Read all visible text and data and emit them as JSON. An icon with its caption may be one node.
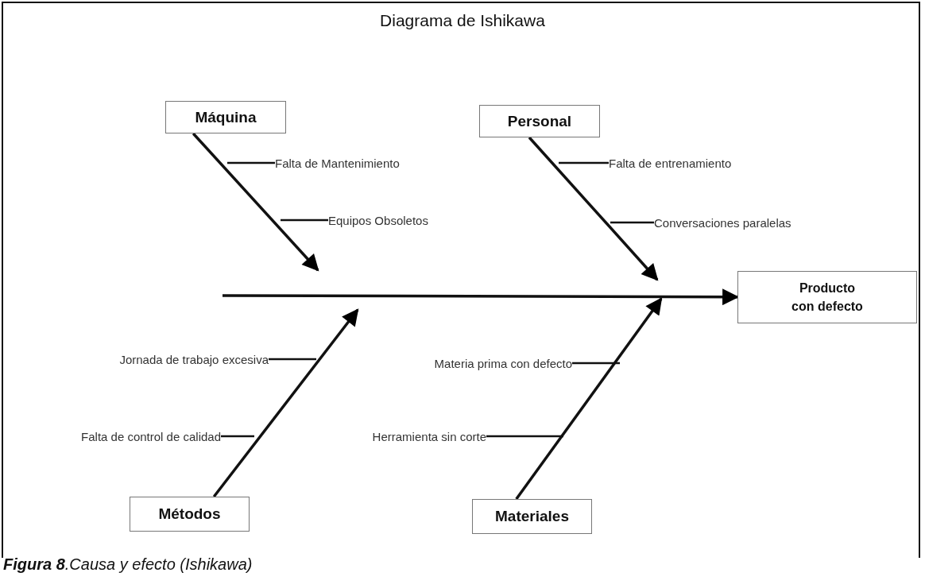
{
  "diagram": {
    "title": "Diagrama de Ishikawa",
    "caption": "**Figura 8**.Causa y efecto (Ishikawa)",
    "nodes": [
      {
        "text": [
          "Máquina"
        ]
      },
      {
        "text": [
          "Personal"
        ]
      },
      {
        "text": [
          "Métodos"
        ]
      },
      {
        "text": [
          "Materiales"
        ]
      },
      {
        "text": [
          "Producto con defecto"
        ]
      },
      {
        "text": [
          "Falta de Mantenimiento"
        ]
      },
      {
        "text": [
          "Equipos Obsoletos"
        ]
      },
      {
        "text": [
          "Falta de entrenamiento"
        ]
      },
      {
        "text": [
          "Conversaciones paralelas"
        ]
      },
      {
        "text": [
          "Jornada de trabajo excesiva"
        ]
      },
      {
        "text": [
          "Materia prima con defecto"
        ]
      },
      {
        "text": [
          "Falta de control de calidad"
        ]
      },
      {
        "text": [
          "Herramienta sin corte"
        ]
      }
    ],
    "edges": [
      {
        "from": 0,
        "to": null,
        "arrow": "to"
      },
      {
        "from": 1,
        "to": null,
        "arrow": "to"
      },
      {
        "from": 2,
        "to": null,
        "arrow": "to"
      },
      {
        "from": 3,
        "to": null,
        "arrow": "to"
      },
      {
        "from": null,
        "to": 4,
        "arrow": "to"
      },
      {
        "from": 5,
        "to": null,
        "arrow": "none"
      },
      {
        "from": 6,
        "to": null,
        "arrow": "none"
      },
      {
        "from": 7,
        "to": null,
        "arrow": "none"
      },
      {
        "from": 8,
        "to": null,
        "arrow": "none"
      },
      {
        "from": 9,
        "to": null,
        "arrow": "none"
      },
      {
        "from": 10,
        "to": null,
        "arrow": "none"
      },
      {
        "from": 11,
        "to": null,
        "arrow": "none"
      },
      {
        "from": 12,
        "to": null,
        "arrow": "none"
      }
    ]
  }
}
